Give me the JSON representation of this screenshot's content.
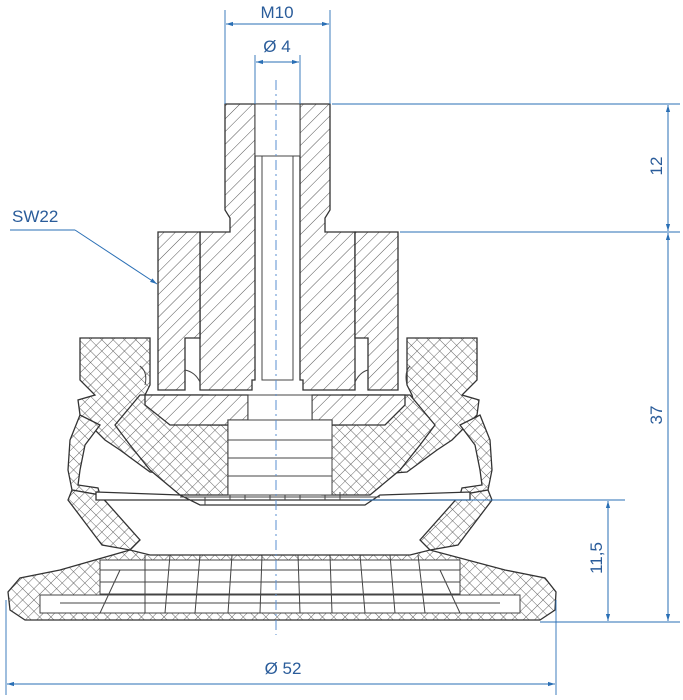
{
  "dimensions": {
    "thread": "M10",
    "bore": "Ø 4",
    "thread_length": "12",
    "body_height": "37",
    "stroke": "11,5",
    "diameter": "Ø 52"
  },
  "labels": {
    "wrench_size": "SW22"
  },
  "colors": {
    "dimension": "#2a6fb5",
    "outline": "#333333",
    "fill": "#ffffff"
  }
}
